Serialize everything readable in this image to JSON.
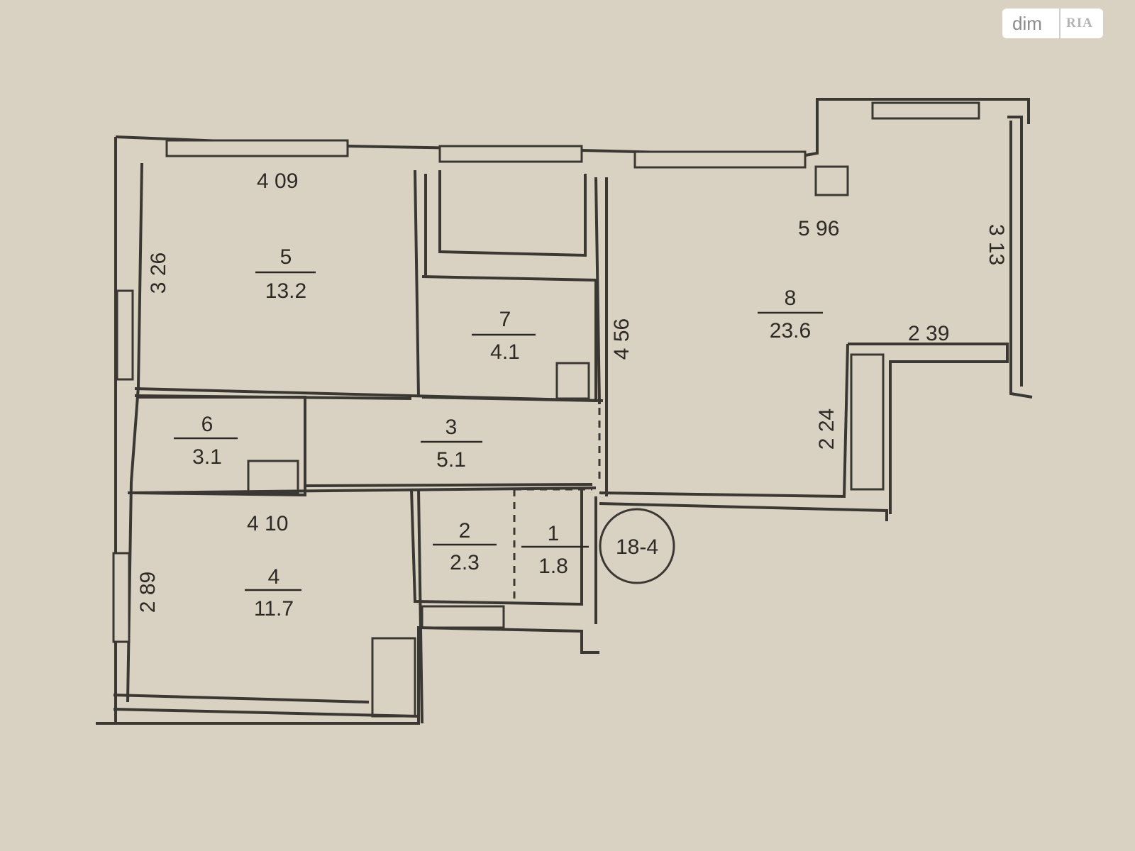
{
  "watermark": {
    "text": "dim",
    "logo": "RIA"
  },
  "rooms": [
    {
      "number": "1",
      "area": "1.8"
    },
    {
      "number": "2",
      "area": "2.3"
    },
    {
      "number": "3",
      "area": "5.1"
    },
    {
      "number": "4",
      "area": "11.7"
    },
    {
      "number": "5",
      "area": "13.2"
    },
    {
      "number": "6",
      "area": "3.1"
    },
    {
      "number": "7",
      "area": "4.1"
    },
    {
      "number": "8",
      "area": "23.6"
    }
  ],
  "dimensions": {
    "room5_width": "4 09",
    "room5_height": "3 26",
    "room4_width": "4 10",
    "room4_height": "2 89",
    "room8_width": "5 96",
    "room8_height": "3 13",
    "room8_depth": "4 56",
    "kitchen_width": "2 39",
    "kitchen_depth": "2 24"
  },
  "unit_marker": "18-4",
  "colors": {
    "paper": "#d9d2c3",
    "wall": "#3b3833",
    "ink": "#2d2a26"
  }
}
